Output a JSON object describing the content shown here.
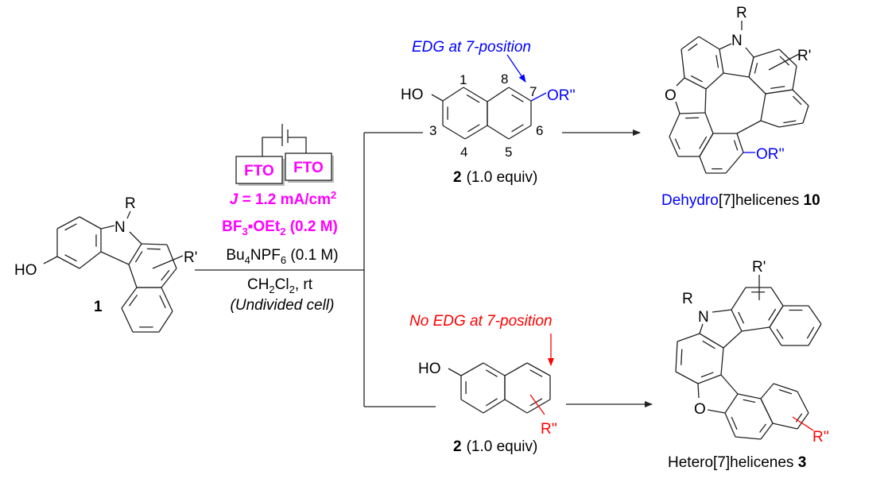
{
  "compound1": {
    "label": "1",
    "ho": "HO",
    "n": "N",
    "r": "R",
    "r_prime": "R'"
  },
  "conditions": {
    "electrodes": [
      "FTO",
      "FTO"
    ],
    "current": {
      "symbol": "J",
      "text": " = 1.2 mA/cm",
      "sup": "2"
    },
    "lewis_acid": {
      "a": "BF",
      "sub1": "3",
      "b": "▪OEt",
      "sub2": "2",
      "c": " (0.2 M)"
    },
    "electrolyte": {
      "a": "Bu",
      "sub1": "4",
      "b": "NPF",
      "sub2": "6",
      "c": " (0.1 M)"
    },
    "solvent": {
      "a": "CH",
      "sub1": "2",
      "b": "Cl",
      "sub2": "2",
      "c": ", rt"
    },
    "cell": "(Undivided cell)"
  },
  "top_branch": {
    "annotation": "EDG at 7-position",
    "reagent": {
      "ho": "HO",
      "or": "OR''",
      "positions": {
        "p1": "1",
        "p3": "3",
        "p4": "4",
        "p5": "5",
        "p6": "6",
        "p7": "7",
        "p8": "8"
      },
      "label": "2",
      "equiv": "(1.0 equiv)"
    },
    "product": {
      "n": "N",
      "r": "R",
      "r_prime": "R'",
      "o": "O",
      "or": "OR''",
      "name_prefix": "Dehydro",
      "name_rest": "[7]helicenes ",
      "label": "10"
    }
  },
  "bottom_branch": {
    "annotation": "No EDG at 7-position",
    "reagent": {
      "ho": "HO",
      "r_dprime": "R''",
      "label": "2",
      "equiv": "(1.0 equiv)"
    },
    "product": {
      "n": "N",
      "r": "R",
      "r_prime": "R'",
      "o": "O",
      "r_dprime": "R''",
      "name": "Hetero[7]helicenes ",
      "label": "3"
    }
  },
  "colors": {
    "conditions": "#ff00ff",
    "edg": "#0000ff",
    "no_edg": "#ff0000"
  }
}
